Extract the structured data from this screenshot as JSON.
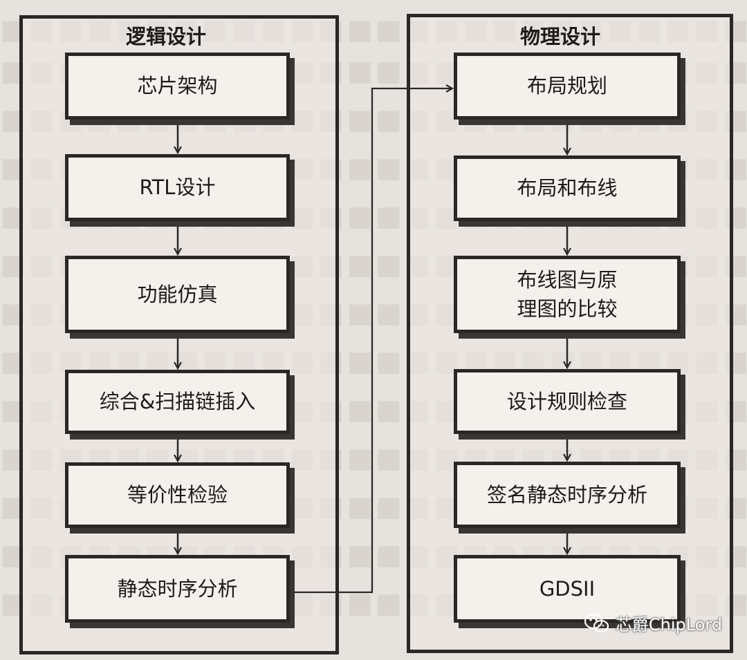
{
  "logic": {
    "title": "逻辑设计",
    "steps": [
      {
        "label": "芯片架构"
      },
      {
        "label": "RTL设计"
      },
      {
        "label": "功能仿真"
      },
      {
        "label": "综合&扫描链插入"
      },
      {
        "label": "等价性检验"
      },
      {
        "label": "静态时序分析"
      }
    ]
  },
  "physical": {
    "title": "物理设计",
    "steps": [
      {
        "label": "布局规划"
      },
      {
        "label": "布局和布线"
      },
      {
        "label": "布线图与原",
        "label2": "理图的比较"
      },
      {
        "label": "设计规则检查"
      },
      {
        "label": "签名静态时序分析"
      },
      {
        "label": "GDSII"
      }
    ]
  },
  "watermark": {
    "text": "芯爵ChipLord",
    "icon": "wechat-icon"
  },
  "colors": {
    "line": "#2a2726",
    "box": "#f4f1ec",
    "background": "#e6e2dd"
  }
}
